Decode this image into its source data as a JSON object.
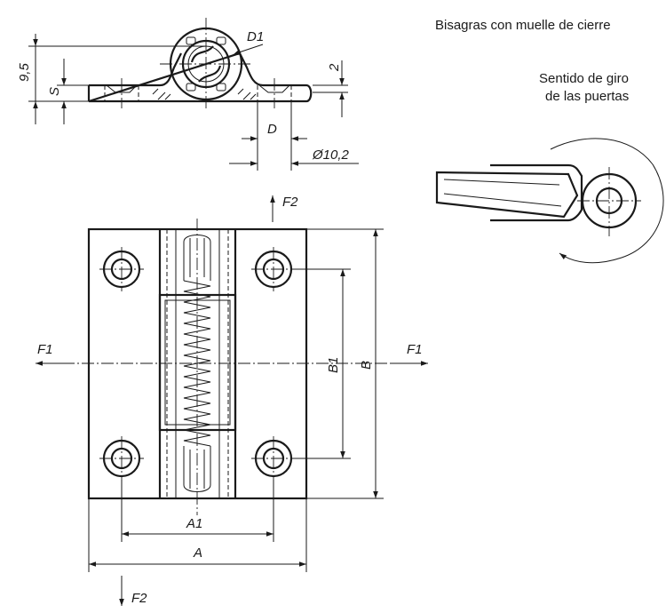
{
  "title": "Bisagras con muelle de cierre",
  "rotation_note": [
    "Sentido de giro",
    "de las puertas"
  ],
  "dimension_labels": {
    "d1": "D1",
    "d": "D",
    "dia": "Ø10,2",
    "s": "S",
    "h95": "9,5",
    "two": "2",
    "f1": "F1",
    "f2": "F2",
    "a": "A",
    "a1": "A1",
    "b": "B",
    "b1": "B1"
  }
}
